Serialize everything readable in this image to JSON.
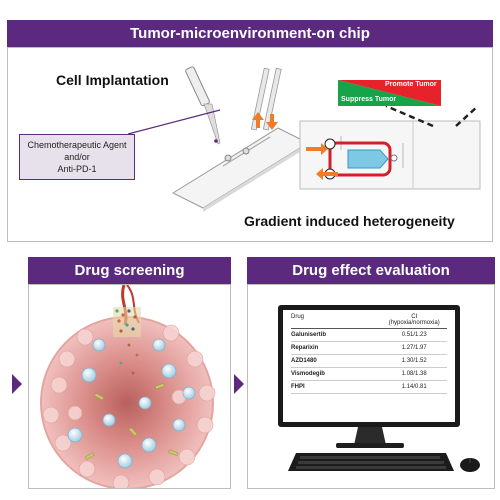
{
  "top_section": {
    "title": "Tumor-microenvironment-on chip",
    "cell_implantation": "Cell Implantation",
    "agent_box_line1": "Chemotherapeutic Agent",
    "agent_box_line2": "and/or",
    "agent_box_line3": "Anti-PD-1",
    "promote_tumor": "Promote Tumor",
    "suppress_tumor": "Suppress Tumor",
    "gradient_caption": "Gradient induced heterogeneity"
  },
  "drug_screening": {
    "title": "Drug screening"
  },
  "drug_effect": {
    "title": "Drug effect evaluation",
    "table": {
      "header_drug": "Drug",
      "header_ci": "CI",
      "header_ci_sub": "(hypoxia/normoxia)",
      "rows": [
        {
          "drug": "Galunisertib",
          "ci": "0.51/1.23"
        },
        {
          "drug": "Reparixin",
          "ci": "1.27/1.97"
        },
        {
          "drug": "AZD1480",
          "ci": "1.30/1.52"
        },
        {
          "drug": "Vismodegib",
          "ci": "1.08/1.38"
        },
        {
          "drug": "FHPI",
          "ci": "1.14/0.81"
        }
      ]
    }
  },
  "colors": {
    "header_purple": "#5b2a7e",
    "promote_red": "#e8222b",
    "suppress_green": "#16a34a",
    "chip_outline_red": "#d21f2a",
    "arrow_orange": "#f07c2a"
  }
}
